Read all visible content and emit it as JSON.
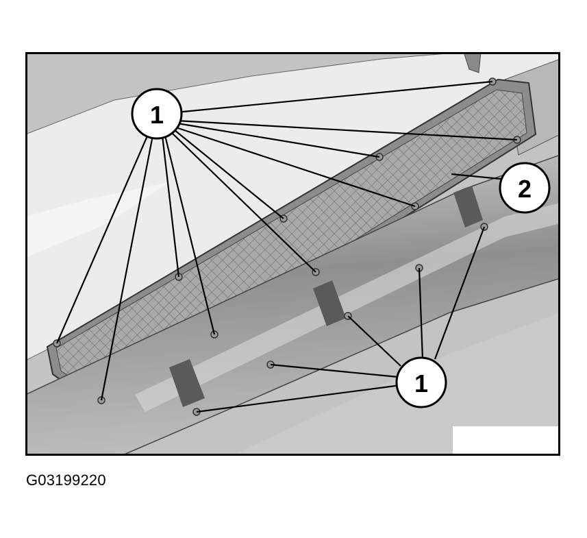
{
  "figure_id": "G03199220",
  "callouts": {
    "one": "1",
    "two": "2"
  },
  "colors": {
    "background_gray": "#c4c4c4",
    "panel_light": "#e8e8e8",
    "grille_gray": "#a8a8a8",
    "tube_gray": "#9a9a9a",
    "outline": "#000000"
  }
}
